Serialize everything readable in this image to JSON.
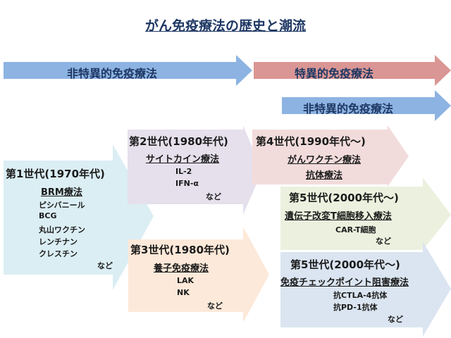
{
  "title": "がん免疫療法の歴史と潮流",
  "bands": [
    {
      "label": "非特異的免疫療法",
      "color": "#8db3e2"
    },
    {
      "label": "特異的免疫療法",
      "color": "#da9694"
    },
    {
      "label": "非特異的免疫療法",
      "color": "#8db3e2"
    }
  ],
  "generations": [
    {
      "title": "第1世代(1970年代)",
      "therapies": [
        "BRM療法"
      ],
      "items": [
        "ピシバニール",
        "BCG",
        "丸山ワクチン",
        "レンチナン",
        "クレスチン"
      ],
      "etc": "など",
      "color": "#dbeef4"
    },
    {
      "title": "第2世代(1980年代)",
      "therapies": [
        "サイトカイン療法"
      ],
      "items": [
        "IL-2",
        "IFN-α"
      ],
      "etc": "など",
      "color": "#e5e0ec"
    },
    {
      "title": "第3世代(1980年代)",
      "therapies": [
        "養子免疫療法"
      ],
      "items": [
        "LAK",
        "NK"
      ],
      "etc": "など",
      "color": "#fde9d9"
    },
    {
      "title": "第4世代(1990年代～)",
      "therapies": [
        "がんワクチン療法",
        "抗体療法"
      ],
      "items": [],
      "etc": "",
      "color": "#f2dcdb"
    },
    {
      "title": "第5世代(2000年代～)",
      "therapies": [
        "遺伝子改変T細胞移入療法"
      ],
      "items": [
        "CAR-T細胞"
      ],
      "etc": "など",
      "color": "#ebf1de"
    },
    {
      "title": "第5世代(2000年代～)",
      "therapies": [
        "免疫チェックポイント阻害療法"
      ],
      "items": [
        "抗CTLA-4抗体",
        "抗PD-1抗体"
      ],
      "etc": "など",
      "color": "#dbe5f1"
    }
  ]
}
